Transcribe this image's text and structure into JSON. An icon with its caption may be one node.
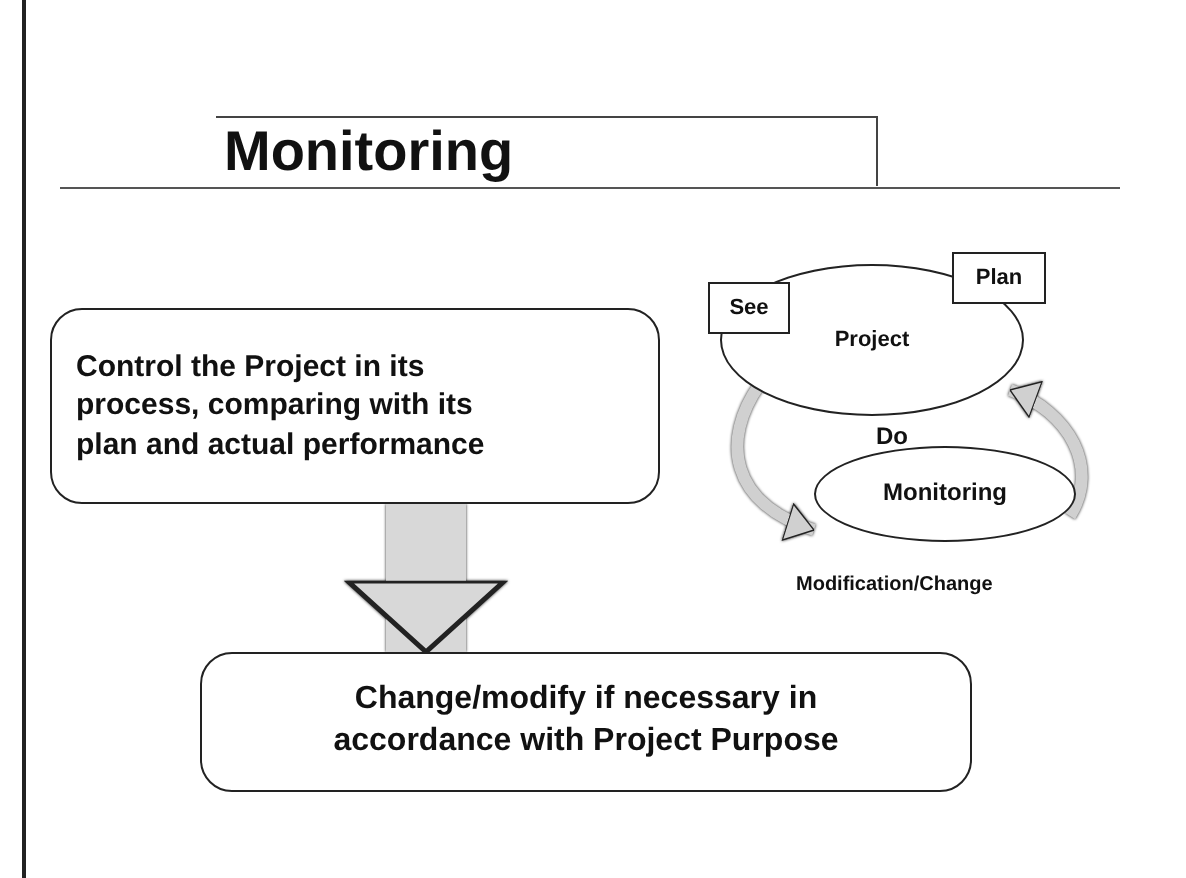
{
  "diagram": {
    "title": "Monitoring",
    "nodes": [
      {
        "text": [
          "Control the Project in its process, comparing with its plan and actual performance"
        ]
      },
      {
        "text": [
          "Change/modify if necessary in accordance with Project Purpose"
        ]
      },
      {
        "text": [
          "Project"
        ]
      },
      {
        "text": [
          "See"
        ]
      },
      {
        "text": [
          "Plan"
        ]
      },
      {
        "text": [
          "Monitoring"
        ]
      }
    ],
    "edges": [
      {
        "from": 0,
        "to": 1,
        "arrow": "to",
        "style": "thick"
      },
      {
        "from": 2,
        "to": 5,
        "arrow": "to"
      },
      {
        "from": 5,
        "to": 2,
        "arrow": "to"
      }
    ],
    "labels": [
      "Do",
      "Modification/Change"
    ]
  }
}
